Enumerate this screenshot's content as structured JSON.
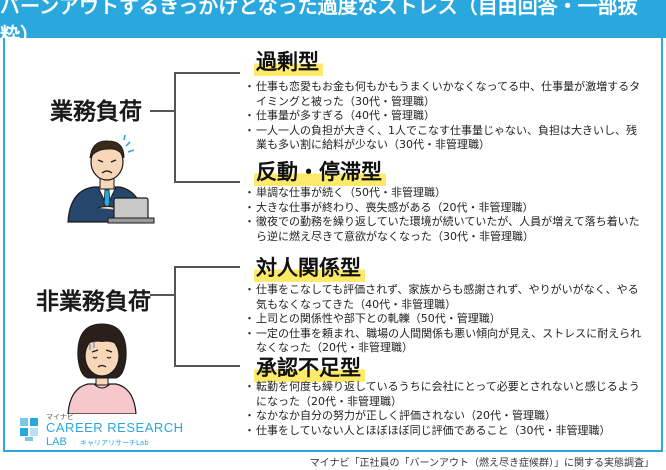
{
  "title": "バーンアウトするきっかけとなった過度なストレス（自由回答・一部抜粋）",
  "categories": [
    {
      "label": "業務負荷",
      "groups": [
        {
          "heading": "過剰型",
          "items": [
            "仕事も恋愛もお金も何もかもうまくいかなくなってる中、仕事量が激増するタイミングと被った（30代・管理職）",
            "仕事量が多すぎる（40代・管理職）",
            "一人一人の負担が大きく、1人でこなす仕事量じゃない、負担は大きいし、残業も多い割に給料が少ない（30代・非管理職）"
          ]
        },
        {
          "heading": "反動・停滞型",
          "items": [
            "単調な仕事が続く（50代・非管理職）",
            "大きな仕事が終わり、喪失感がある（20代・非管理職）",
            "徹夜での勤務を繰り返していた環境が続いていたが、人員が増えて落ち着いたら逆に燃え尽きて意欲がなくなった（30代・非管理職）"
          ]
        }
      ]
    },
    {
      "label": "非業務負荷",
      "groups": [
        {
          "heading": "対人関係型",
          "items": [
            "仕事をこなしても評価されず、家族からも感謝されず、やりがいがなく、やる気もなくなってきた（40代・非管理職）",
            "上司との関係性や部下との軋轢（50代・管理職）",
            "一定の仕事を頼まれ、職場の人間関係も悪い傾向が見え、ストレスに耐えられなくなった（20代・非管理職）"
          ]
        },
        {
          "heading": "承認不足型",
          "items": [
            "転勤を何度も繰り返しているうちに会社にとって必要とされないと感じるようになった（20代・非管理職）",
            "なかなか自分の努力が正しく評価されない（20代・管理職）",
            "仕事をしていない人とほぼほぼ同じ評価であること（30代・非管理職）"
          ]
        }
      ]
    }
  ],
  "logo": {
    "small": "マイナビ",
    "big": "CAREER RESEARCH",
    "sub": "LAB",
    "subjp": "キャリアリサーチLab"
  },
  "footer": "マイナビ「正社員の「バーンアウト（燃え尽き症候群）」に関する実態調査」",
  "colors": {
    "header": "#2aa7dc",
    "highlight": "#fde96a"
  }
}
